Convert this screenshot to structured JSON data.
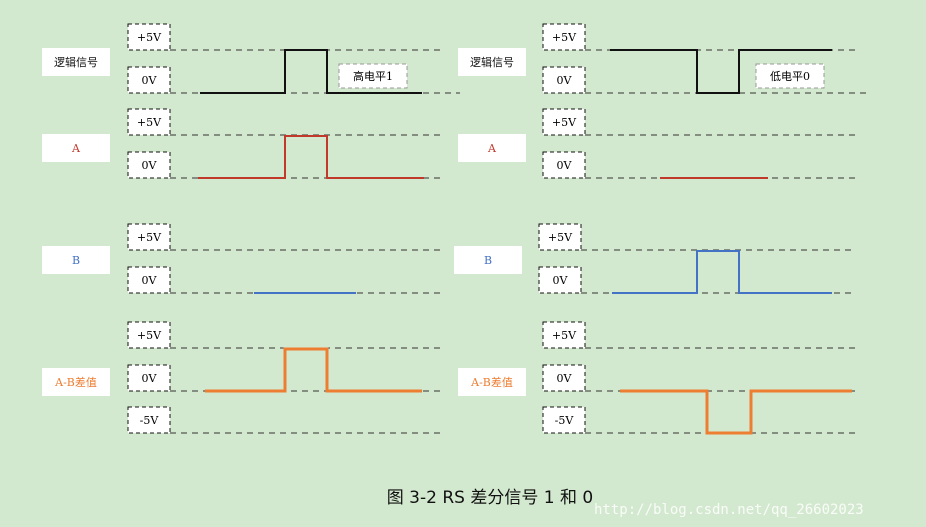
{
  "caption": "图 3-2 RS 差分信号 1 和 0",
  "watermark": "http://blog.csdn.net/qq_26602023",
  "colors": {
    "background": "#d3e9cf",
    "logic": "#111111",
    "a": "#c0392b",
    "b": "#4472c4",
    "diff": "#ed7d31",
    "dash": "#333333"
  },
  "levels": {
    "high": "+5V",
    "zero": "0V",
    "low": "-5V"
  },
  "signals": {
    "logic": "逻辑信号",
    "a": "A",
    "b": "B",
    "diff": "A-B差值"
  },
  "notes": {
    "left": "高电平1",
    "right": "低电平0"
  }
}
